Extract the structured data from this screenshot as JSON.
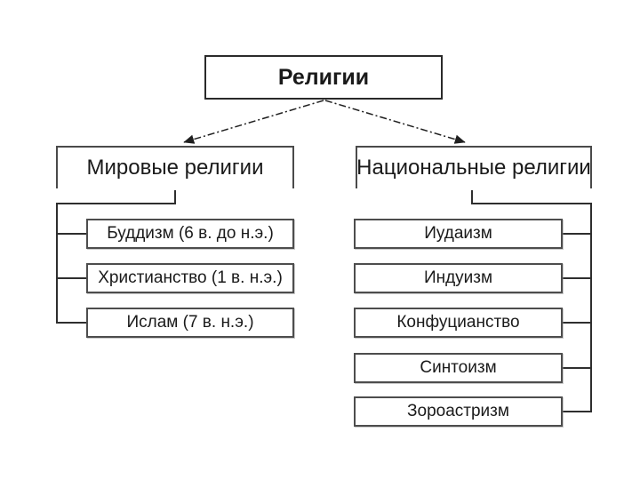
{
  "diagram": {
    "root": {
      "label": "Религии"
    },
    "branches": [
      {
        "label": "Мировые религии",
        "children": [
          {
            "label": "Буддизм (6 в. до н.э.)"
          },
          {
            "label": "Христианство (1 в. н.э.)"
          },
          {
            "label": "Ислам (7 в. н.э.)"
          }
        ]
      },
      {
        "label": "Национальные религии",
        "children": [
          {
            "label": "Иудаизм"
          },
          {
            "label": "Индуизм"
          },
          {
            "label": "Конфуцианство"
          },
          {
            "label": "Синтоизм"
          },
          {
            "label": "Зороастризм"
          }
        ]
      }
    ],
    "colors": {
      "background": "#ffffff",
      "box_border": "#4d4d4d",
      "root_border": "#2a2a2a",
      "connector_line": "#2e2e2e",
      "text": "#1a1a1a"
    }
  }
}
